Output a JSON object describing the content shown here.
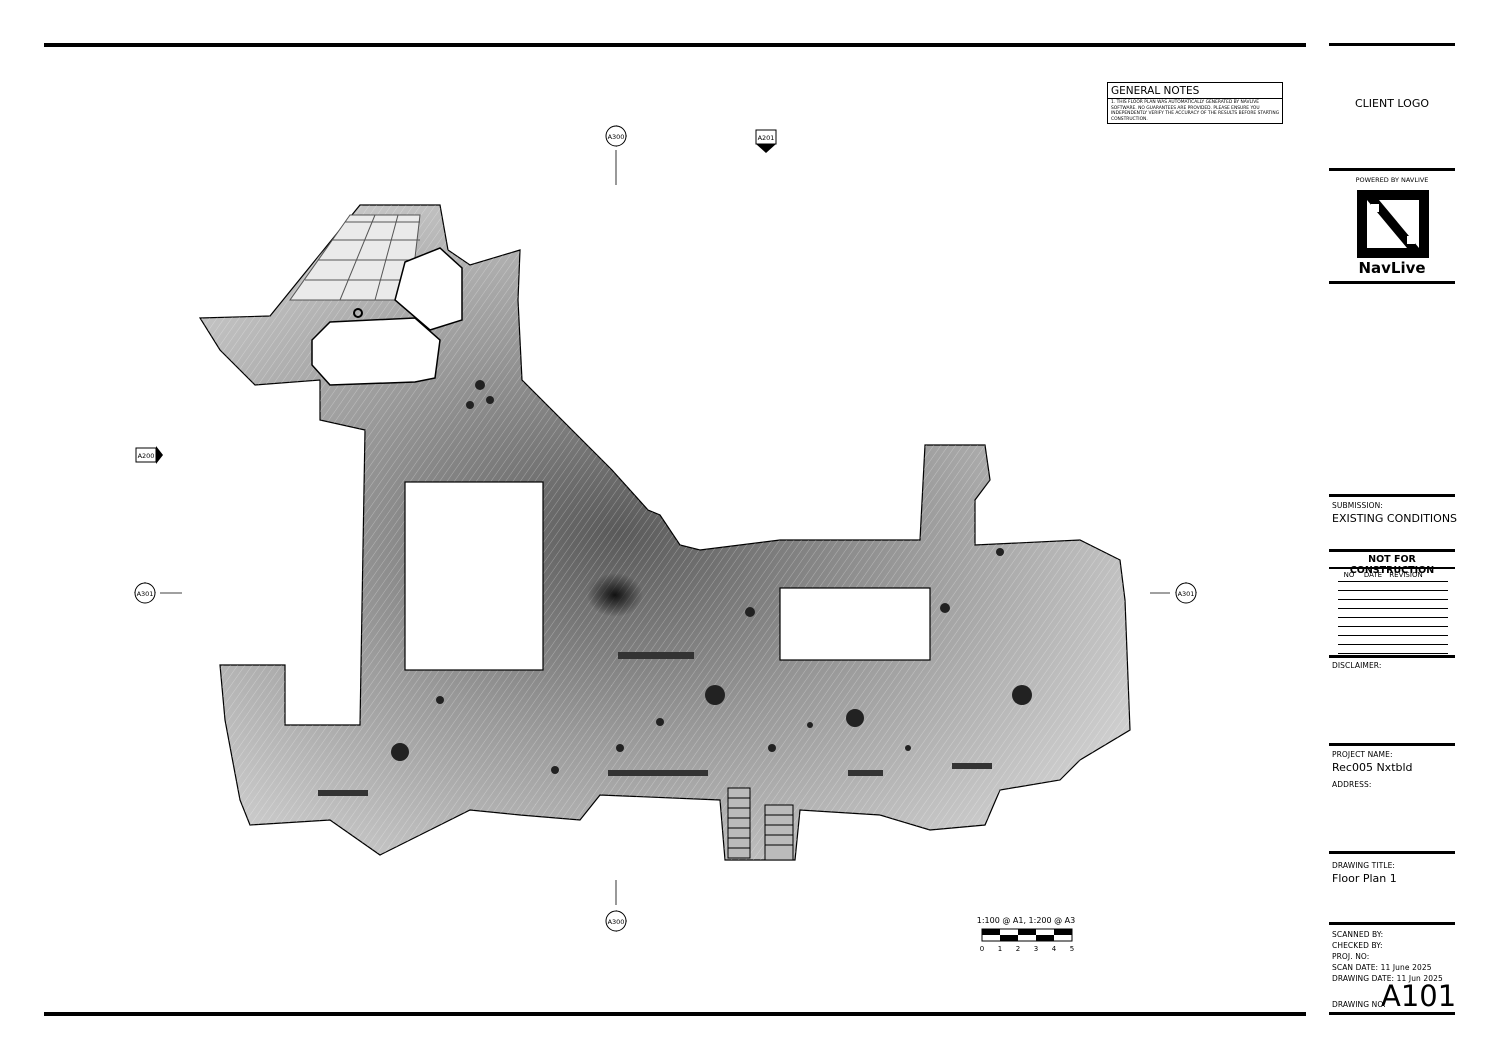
{
  "general_notes": {
    "title": "GENERAL NOTES",
    "lines": [
      "1. THIS FLOOR PLAN WAS AUTOMATICALLY GENERATED BY NAVLIVE",
      "SOFTWARE. NO GUARANTEES ARE PROVIDED. PLEASE ENSURE YOU",
      "INDEPENDENTLY VERIFY THE ACCURACY OF THE RESULTS BEFORE STARTING",
      "CONSTRUCTION."
    ]
  },
  "markers": {
    "a300_top": "A300",
    "a201": "A201",
    "a200": "A200",
    "a301_left": "A301",
    "a301_right": "A301",
    "a300_bottom": "A300"
  },
  "scale_bar": {
    "label": "1:100 @ A1, 1:200 @ A3",
    "ticks": [
      "0",
      "1",
      "2",
      "3",
      "4",
      "5"
    ]
  },
  "title_block": {
    "client_logo": "CLIENT LOGO",
    "powered_by": "POWERED BY NAVLIVE",
    "brand": "NavLive",
    "submission_label": "SUBMISSION:",
    "submission_value": "EXISTING CONDITIONS",
    "not_for_construction": "NOT FOR CONSTRUCTION",
    "revision_headers": {
      "no": "NO",
      "date": "DATE",
      "revision": "REVISION"
    },
    "disclaimer_label": "DISCLAIMER:",
    "project_name_label": "PROJECT NAME:",
    "project_name_value": "Rec005 Nxtbld",
    "address_label": "ADDRESS:",
    "drawing_title_label": "DRAWING TITLE:",
    "drawing_title_value": "Floor Plan 1",
    "scanned_by": "SCANNED BY:",
    "checked_by": "CHECKED BY:",
    "proj_no": "PROJ. NO:",
    "scan_date": "SCAN DATE: 11 June 2025",
    "drawing_date": "DRAWING DATE: 11 Jun 2025",
    "drawing_no_label": "DRAWING NO:",
    "drawing_no_value": "A101"
  }
}
